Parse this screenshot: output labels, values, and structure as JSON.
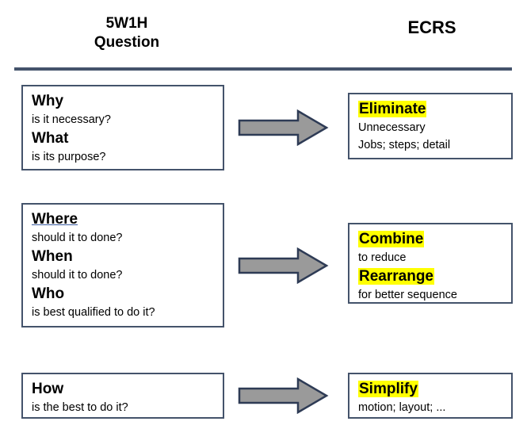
{
  "header": {
    "left_title_line1": "5W1H",
    "left_title_line2": "Question",
    "right_title": "ECRS",
    "divider_color": "#44536b"
  },
  "colors": {
    "box_border": "#44536b",
    "arrow_fill": "#9a9a9a",
    "arrow_outline": "#2e3b55",
    "highlight": "#ffff00",
    "underline": "#3a5ba0",
    "text": "#000000"
  },
  "rows": [
    {
      "question_box": {
        "name": "why-what-box",
        "lines": [
          {
            "type": "term",
            "text": "Why",
            "underlined": false
          },
          {
            "type": "desc",
            "text": "is it necessary?"
          },
          {
            "type": "term",
            "text": "What",
            "underlined": false
          },
          {
            "type": "desc",
            "text": "is its purpose?"
          }
        ]
      },
      "arrow": {
        "name": "arrow-why-what-to-eliminate",
        "direction": "right"
      },
      "answer_box": {
        "name": "eliminate-box",
        "lines": [
          {
            "type": "term",
            "text": "Eliminate",
            "highlighted": true
          },
          {
            "type": "desc",
            "text": "Unnecessary"
          },
          {
            "type": "desc",
            "text": "Jobs; steps; detail"
          }
        ]
      }
    },
    {
      "question_box": {
        "name": "where-when-who-box",
        "lines": [
          {
            "type": "term",
            "text": "Where",
            "underlined": true
          },
          {
            "type": "desc",
            "text": "should it to done?"
          },
          {
            "type": "term",
            "text": "When",
            "underlined": false
          },
          {
            "type": "desc",
            "text": "should it to done?"
          },
          {
            "type": "term",
            "text": "Who",
            "underlined": false
          },
          {
            "type": "desc",
            "text": "is best qualified to do it?"
          }
        ]
      },
      "arrow": {
        "name": "arrow-where-when-who-to-combine",
        "direction": "right"
      },
      "answer_box": {
        "name": "combine-rearrange-box",
        "lines": [
          {
            "type": "term",
            "text": "Combine",
            "highlighted": true
          },
          {
            "type": "desc",
            "text": "to reduce"
          },
          {
            "type": "term",
            "text": "Rearrange",
            "highlighted": true
          },
          {
            "type": "desc",
            "text": "for better sequence"
          }
        ]
      }
    },
    {
      "question_box": {
        "name": "how-box",
        "lines": [
          {
            "type": "term",
            "text": "How",
            "underlined": false
          },
          {
            "type": "desc",
            "text": "is the best to do it?"
          }
        ]
      },
      "arrow": {
        "name": "arrow-how-to-simplify",
        "direction": "right"
      },
      "answer_box": {
        "name": "simplify-box",
        "lines": [
          {
            "type": "term",
            "text": "Simplify",
            "highlighted": true
          },
          {
            "type": "desc",
            "text": "motion; layout; ..."
          }
        ]
      }
    }
  ]
}
